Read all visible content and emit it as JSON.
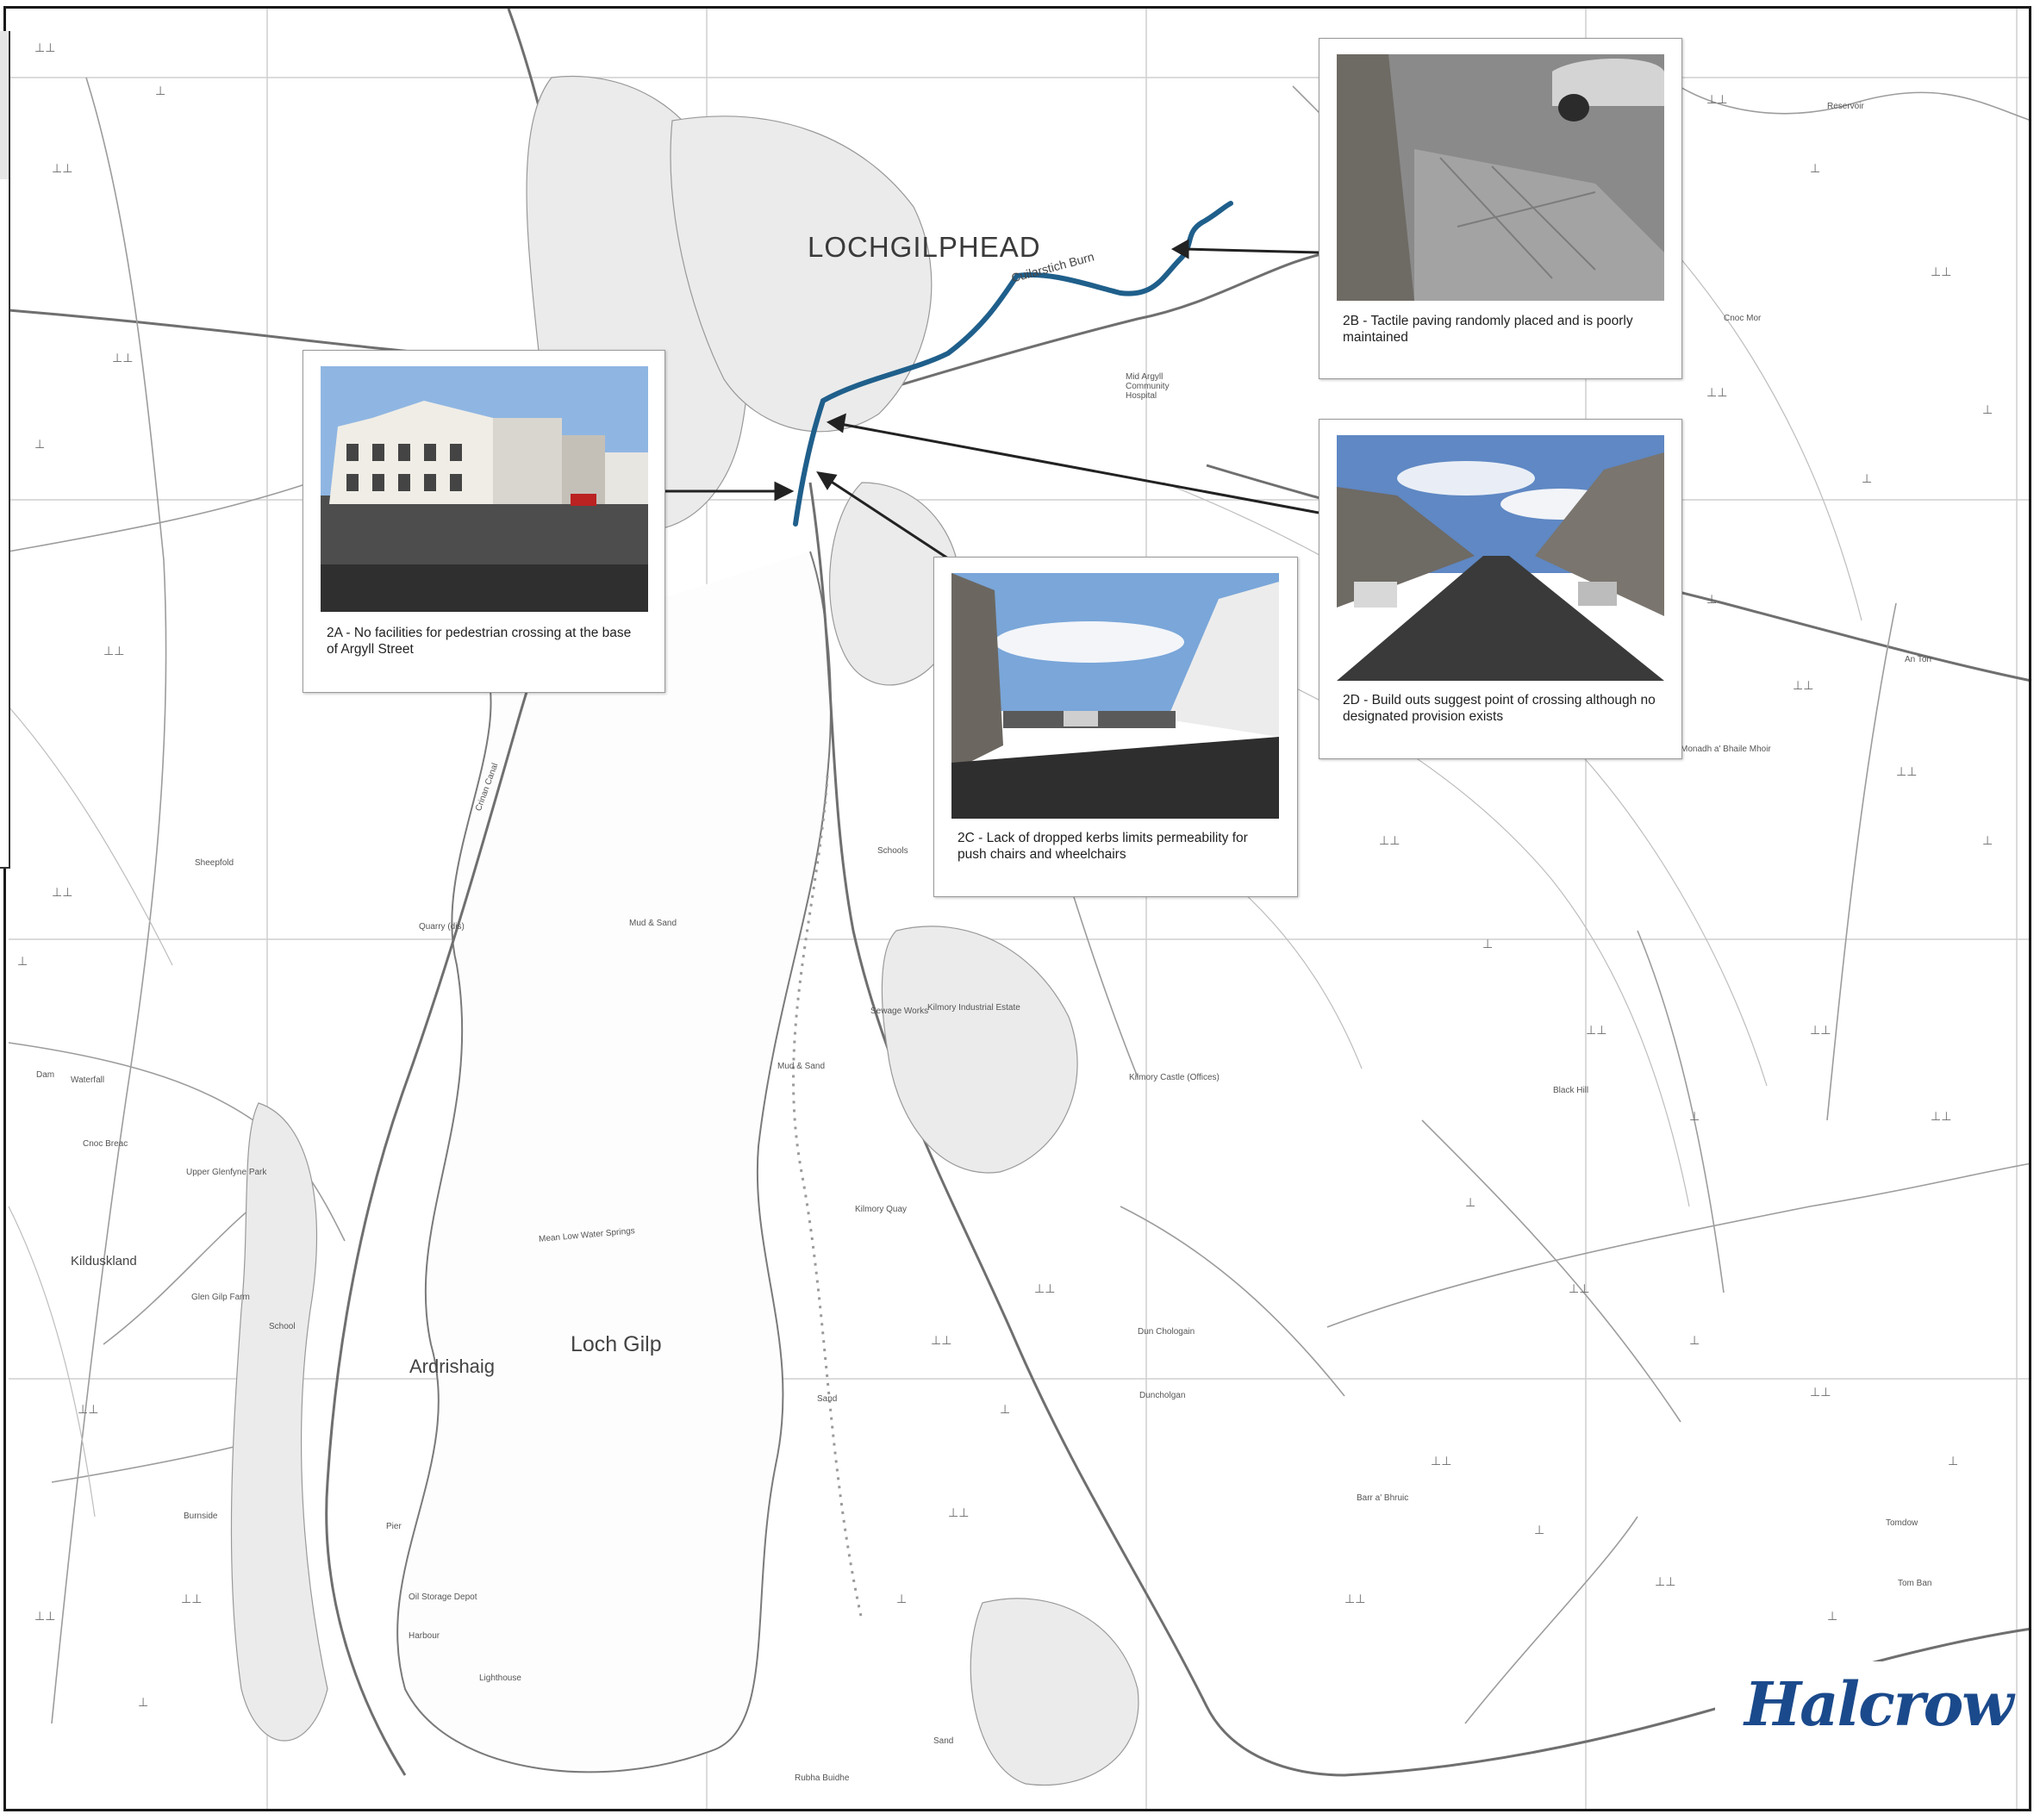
{
  "labels": {
    "lochgilphead": "LOCHGILPHEAD",
    "loch_gilp": "Loch Gilp",
    "ardrishaig": "Ardrishaig",
    "kilduskland": "Kilduskland",
    "cuilarstich_burn": "Cuilarstich Burn",
    "mid_argyll": "Mid Argyll Community Hospital",
    "mud_sand": "Mud & Sand",
    "mud_sand_2": "Mud & Sand",
    "sand": "Sand",
    "sand_2": "Sand",
    "mean_low_water": "Mean Low Water Springs",
    "kilmory_castle": "Kilmory Castle (Offices)",
    "dun_chologain": "Dun Chologain",
    "duncholgan": "Duncholgan",
    "black_hill": "Black Hill",
    "barr_a_bhruic": "Barr a' Bhruic",
    "an_torr": "An Torr",
    "cnoc_mor": "Cnoc Mor",
    "monadh": "Monadh a' Bhaile Mhoir",
    "tomdow": "Tomdow",
    "tom_ban": "Tom Ban",
    "reservoir": "Reservoir",
    "cnoc_breac": "Cnoc Breac",
    "upper_glenfyne": "Upper Glenfyne Park",
    "glen_gilp": "Glen Gilp Farm",
    "school": "School",
    "oil_storage": "Oil Storage Depot",
    "harbour": "Harbour",
    "lighthouse": "Lighthouse",
    "rubha_buidhe": "Rubha Buidhe",
    "kilmory_quay": "Kilmory Quay",
    "quarry": "Quarry (dis)",
    "sewage": "Sewage Works",
    "kilmory_ind": "Kilmory Industrial Estate",
    "sheepfold": "Sheepfold",
    "crinan_canal": "Crinan Canal",
    "schools": "Schools",
    "pier": "Pier",
    "burnside": "Burnside",
    "dam": "Dam",
    "waterfall": "Waterfall"
  },
  "callouts": [
    {
      "id": "2A",
      "caption": "2A - No facilities for pedestrian crossing at the base of Argyll Street"
    },
    {
      "id": "2B",
      "caption": "2B - Tactile paving randomly placed and is poorly maintained"
    },
    {
      "id": "2C",
      "caption": "2C - Lack of dropped kerbs limits permeability for push chairs and wheelchairs"
    },
    {
      "id": "2D",
      "caption": "2D - Build outs suggest point of crossing although no designated provision exists"
    }
  ],
  "logo": {
    "text": "Halcrow",
    "color": "#1b4a8c"
  },
  "colors": {
    "route": "#1f5f8b",
    "arrow": "#222222",
    "map_lines": "#8a8a8a",
    "background": "#ffffff"
  }
}
